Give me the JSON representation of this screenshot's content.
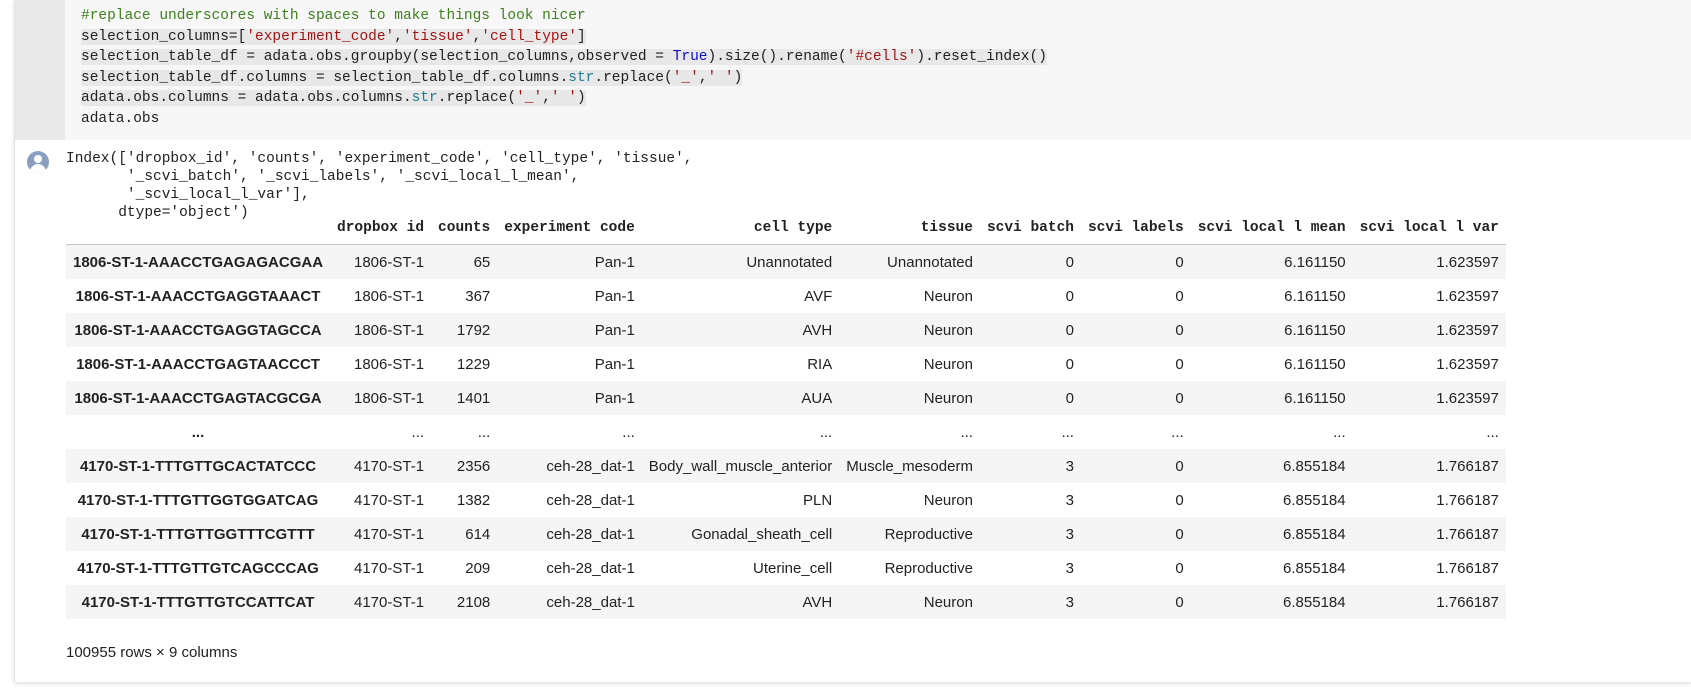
{
  "code_cell": {
    "lines": [
      {
        "segments": [
          {
            "t": "#replace underscores with spaces to make things look nicer",
            "c": "comment"
          }
        ]
      },
      {
        "segments": [
          {
            "t": "selection_columns=[",
            "c": ""
          },
          {
            "t": "'experiment_code'",
            "c": "string"
          },
          {
            "t": ",",
            "c": ""
          },
          {
            "t": "'tissue'",
            "c": "string"
          },
          {
            "t": ",",
            "c": ""
          },
          {
            "t": "'cell_type'",
            "c": "string"
          },
          {
            "t": "]",
            "c": ""
          }
        ]
      },
      {
        "segments": [
          {
            "t": "selection_table_df = adata.obs.groupby(selection_columns,observed = ",
            "c": ""
          },
          {
            "t": "True",
            "c": "kw"
          },
          {
            "t": ").size().rename(",
            "c": ""
          },
          {
            "t": "'#cells'",
            "c": "string"
          },
          {
            "t": ").reset_index()",
            "c": ""
          }
        ]
      },
      {
        "segments": [
          {
            "t": "selection_table_df.columns = selection_table_df.columns.",
            "c": ""
          },
          {
            "t": "str",
            "c": "attr"
          },
          {
            "t": ".replace(",
            "c": ""
          },
          {
            "t": "'_'",
            "c": "string"
          },
          {
            "t": ",",
            "c": ""
          },
          {
            "t": "' '",
            "c": "string"
          },
          {
            "t": ")",
            "c": ""
          }
        ]
      },
      {
        "segments": [
          {
            "t": "adata.obs.columns = adata.obs.columns.",
            "c": ""
          },
          {
            "t": "str",
            "c": "attr"
          },
          {
            "t": ".replace(",
            "c": ""
          },
          {
            "t": "'_'",
            "c": "string"
          },
          {
            "t": ",",
            "c": ""
          },
          {
            "t": "' '",
            "c": "string"
          },
          {
            "t": ")",
            "c": ""
          }
        ]
      },
      {
        "segments": [
          {
            "t": "adata.obs",
            "c": ""
          }
        ]
      }
    ]
  },
  "output": {
    "index_text": "Index(['dropbox_id', 'counts', 'experiment_code', 'cell_type', 'tissue',\n       '_scvi_batch', '_scvi_labels', '_scvi_local_l_mean',\n       '_scvi_local_l_var'],\n      dtype='object')",
    "table": {
      "columns": [
        "",
        "dropbox id",
        "counts",
        "experiment code",
        "cell type",
        "tissue",
        "scvi batch",
        "scvi labels",
        "scvi local l mean",
        "scvi local l var"
      ],
      "rows": [
        [
          "1806-ST-1-AAACCTGAGAGACGAA",
          "1806-ST-1",
          "65",
          "Pan-1",
          "Unannotated",
          "Unannotated",
          "0",
          "0",
          "6.161150",
          "1.623597"
        ],
        [
          "1806-ST-1-AAACCTGAGGTAAACT",
          "1806-ST-1",
          "367",
          "Pan-1",
          "AVF",
          "Neuron",
          "0",
          "0",
          "6.161150",
          "1.623597"
        ],
        [
          "1806-ST-1-AAACCTGAGGTAGCCA",
          "1806-ST-1",
          "1792",
          "Pan-1",
          "AVH",
          "Neuron",
          "0",
          "0",
          "6.161150",
          "1.623597"
        ],
        [
          "1806-ST-1-AAACCTGAGTAACCCT",
          "1806-ST-1",
          "1229",
          "Pan-1",
          "RIA",
          "Neuron",
          "0",
          "0",
          "6.161150",
          "1.623597"
        ],
        [
          "1806-ST-1-AAACCTGAGTACGCGA",
          "1806-ST-1",
          "1401",
          "Pan-1",
          "AUA",
          "Neuron",
          "0",
          "0",
          "6.161150",
          "1.623597"
        ],
        [
          "...",
          "...",
          "...",
          "...",
          "...",
          "...",
          "...",
          "...",
          "...",
          "..."
        ],
        [
          "4170-ST-1-TTTGTTGCACTATCCC",
          "4170-ST-1",
          "2356",
          "ceh-28_dat-1",
          "Body_wall_muscle_anterior",
          "Muscle_mesoderm",
          "3",
          "0",
          "6.855184",
          "1.766187"
        ],
        [
          "4170-ST-1-TTTGTTGGTGGATCAG",
          "4170-ST-1",
          "1382",
          "ceh-28_dat-1",
          "PLN",
          "Neuron",
          "3",
          "0",
          "6.855184",
          "1.766187"
        ],
        [
          "4170-ST-1-TTTGTTGGTTTCGTTT",
          "4170-ST-1",
          "614",
          "ceh-28_dat-1",
          "Gonadal_sheath_cell",
          "Reproductive",
          "3",
          "0",
          "6.855184",
          "1.766187"
        ],
        [
          "4170-ST-1-TTTGTTGTCAGCCCAG",
          "4170-ST-1",
          "209",
          "ceh-28_dat-1",
          "Uterine_cell",
          "Reproductive",
          "3",
          "0",
          "6.855184",
          "1.766187"
        ],
        [
          "4170-ST-1-TTTGTTGTCCATTCAT",
          "4170-ST-1",
          "2108",
          "ceh-28_dat-1",
          "AVH",
          "Neuron",
          "3",
          "0",
          "6.855184",
          "1.766187"
        ]
      ]
    },
    "shape_text": "100955 rows × 9 columns"
  },
  "colors": {
    "comment": "#3f7f1f",
    "string": "#a31515",
    "keyword": "#1010c8",
    "attribute": "#1f7e96",
    "row_stripe": "#f5f5f5",
    "output_icon": "#8a9fbf"
  },
  "icons": {
    "output_prompt": "user-avatar-icon"
  }
}
